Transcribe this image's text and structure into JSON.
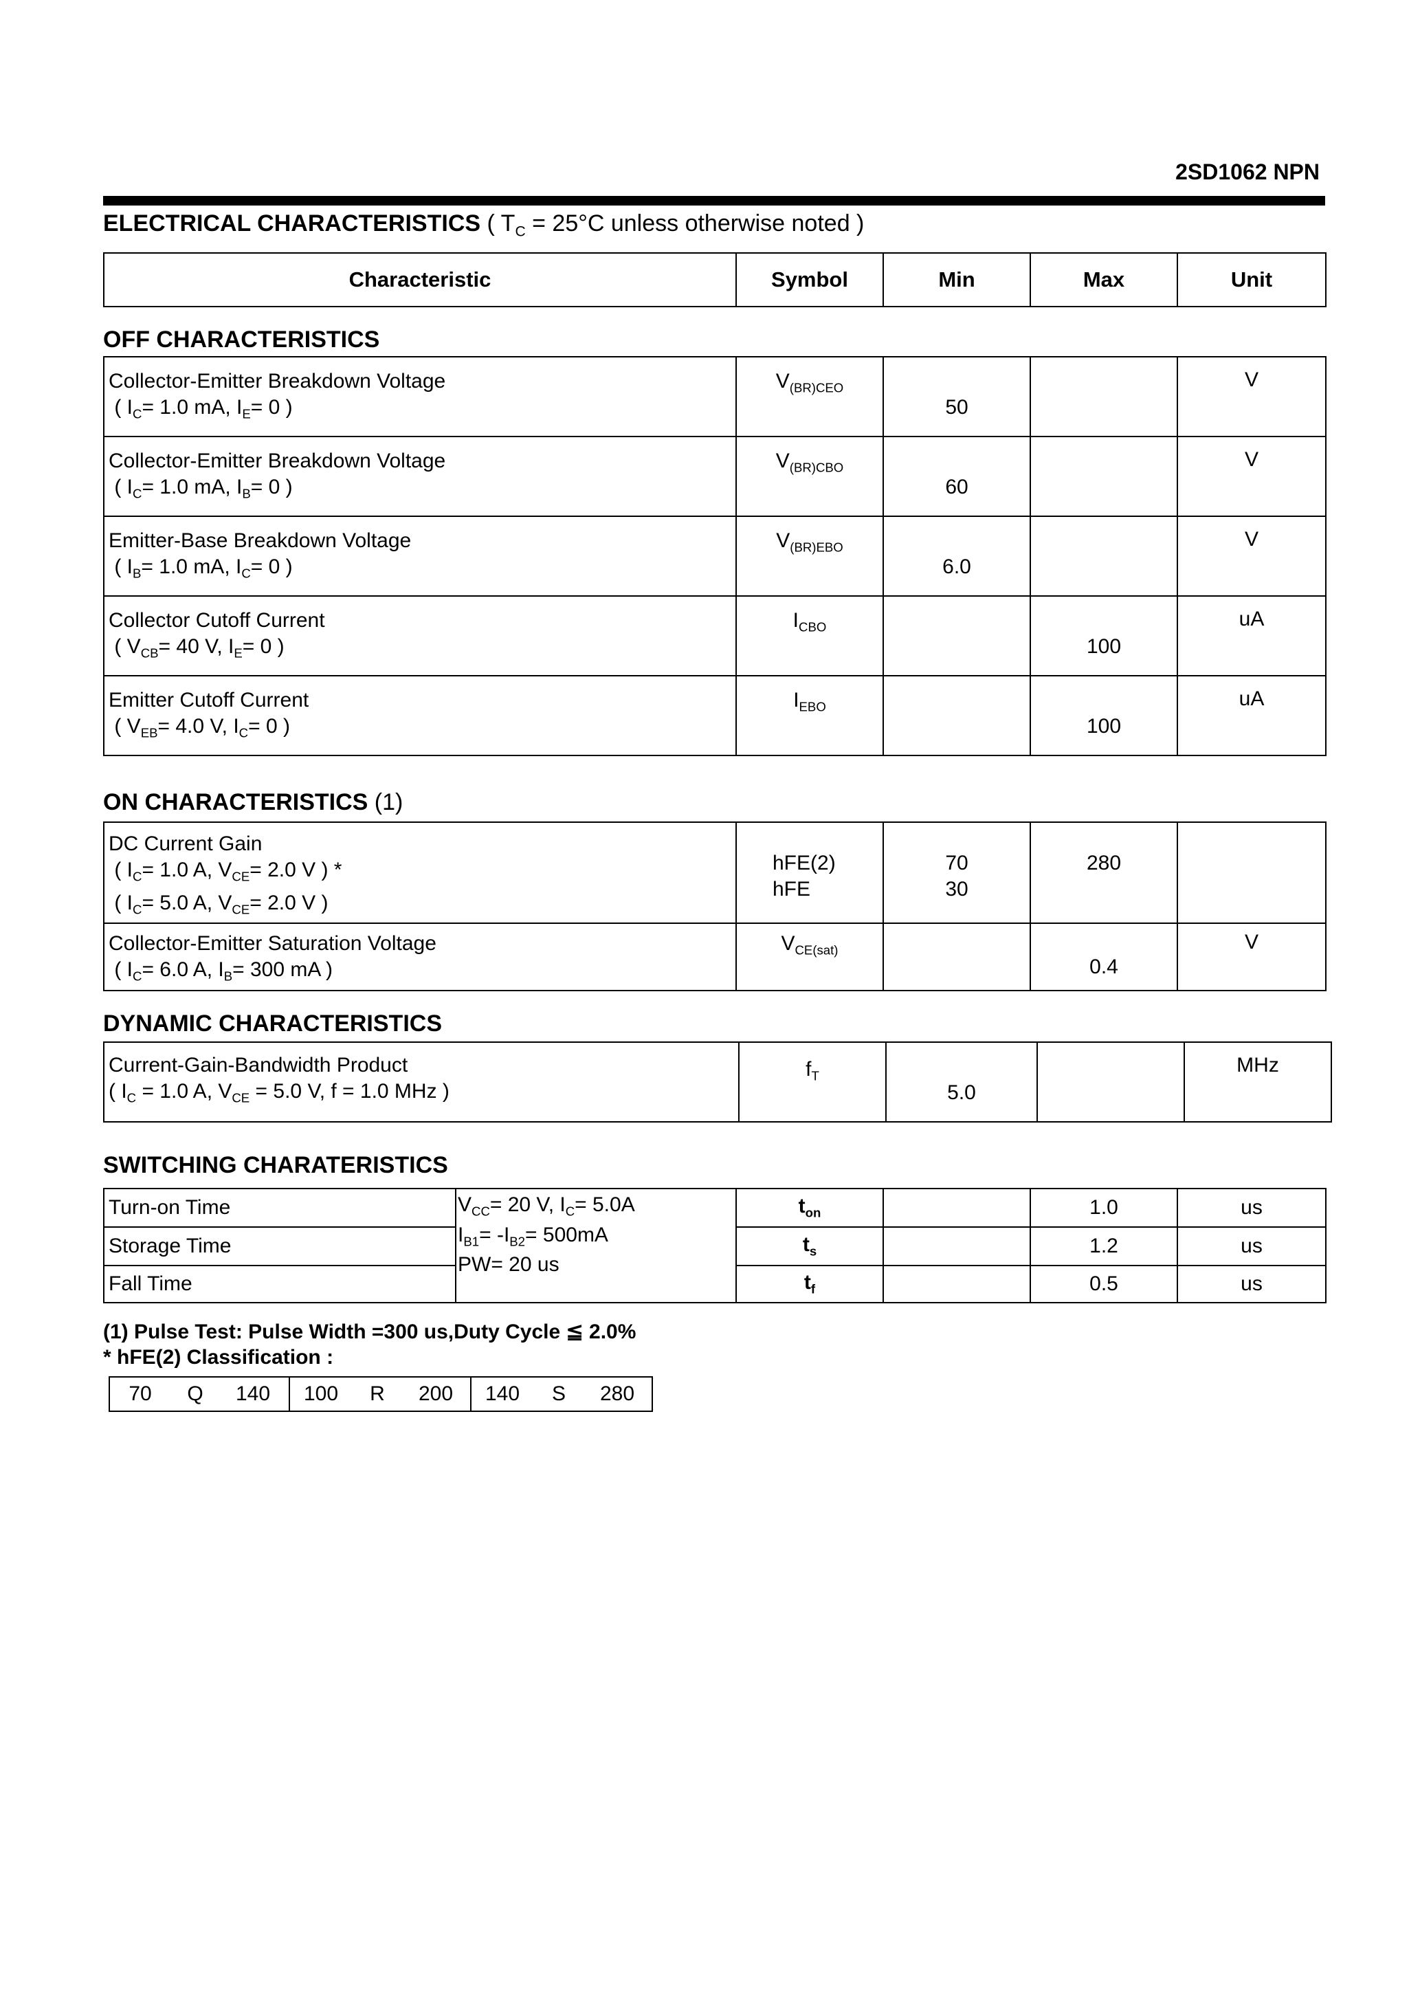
{
  "part_number": "2SD1062 NPN",
  "heading": {
    "title": "ELECTRICAL CHARACTERISTICS",
    "condition_open": "( T",
    "condition_sub": "C",
    "condition_rest": " = 25°C unless otherwise noted )"
  },
  "table_header": {
    "characteristic": "Characteristic",
    "symbol": "Symbol",
    "min": "Min",
    "max": "Max",
    "unit": "Unit"
  },
  "off": {
    "title": "OFF CHARACTERISTICS",
    "rows": [
      {
        "name": "Collector-Emitter Breakdown Voltage",
        "c1": "( I",
        "s1": "C",
        "c2": "= 1.0 mA, I",
        "s2": "E",
        "c3": "= 0  )",
        "sym": "V",
        "sym_sub": "(BR)CEO",
        "min": "50",
        "max": "",
        "unit": "V"
      },
      {
        "name": "Collector-Emitter Breakdown Voltage",
        "c1": "( I",
        "s1": "C",
        "c2": "= 1.0 mA, I",
        "s2": "B",
        "c3": "= 0  )",
        "sym": "V",
        "sym_sub": "(BR)CBO",
        "min": "60",
        "max": "",
        "unit": "V"
      },
      {
        "name": "Emitter-Base Breakdown Voltage",
        "c1": "( I",
        "s1": "B",
        "c2": "= 1.0 mA, I",
        "s2": "C",
        "c3": "= 0 )",
        "sym": "V",
        "sym_sub": "(BR)EBO",
        "min": "6.0",
        "max": "",
        "unit": "V"
      },
      {
        "name": "Collector Cutoff Current",
        "c1": "( V",
        "s1": "CB",
        "c2": "= 40 V, I",
        "s2": "E",
        "c3": "= 0 )",
        "sym": "I",
        "sym_sub": "CBO",
        "min": "",
        "max": "100",
        "unit": "uA"
      },
      {
        "name": "Emitter Cutoff Current",
        "c1": "( V",
        "s1": "EB",
        "c2": "= 4.0 V, I",
        "s2": "C",
        "c3": "= 0 )",
        "sym": "I",
        "sym_sub": "EBO",
        "min": "",
        "max": "100",
        "unit": "uA"
      }
    ]
  },
  "on": {
    "title": "ON CHARACTERISTICS",
    "title_note": "(1)",
    "dc_gain": {
      "name": "DC Current Gain",
      "l1": {
        "c1": "( I",
        "s1": "C",
        "c2": "= 1.0 A, V",
        "s2": "CE",
        "c3": "= 2.0 V )  *"
      },
      "l2": {
        "c1": "( I",
        "s1": "C",
        "c2": "= 5.0 A, V",
        "s2": "CE",
        "c3": "= 2.0 V )"
      },
      "sym1": "hFE(2)",
      "sym2": "hFE",
      "min1": "70",
      "min2": "30",
      "max1": "280",
      "unit": ""
    },
    "vce_sat": {
      "name": "Collector-Emitter Saturation Voltage",
      "c1": "( I",
      "s1": "C",
      "c2": "= 6.0 A, I",
      "s2": "B",
      "c3": "= 300 mA )",
      "sym": "V",
      "sym_sub": "CE(sat)",
      "min": "",
      "max": "0.4",
      "unit": "V"
    }
  },
  "dynamic": {
    "title": "DYNAMIC CHARACTERISTICS",
    "row": {
      "name": "Current-Gain-Bandwidth Product",
      "c1": "( I",
      "s1": "C",
      "c2": " = 1.0 A, V",
      "s2": "CE",
      "c3": " = 5.0 V, f = 1.0 MHz )",
      "sym": "f",
      "sym_sub": "T",
      "min": "5.0",
      "max": "",
      "unit": "MHz"
    }
  },
  "switching": {
    "title": "SWITCHING CHARATERISTICS",
    "cond": {
      "l1a": "V",
      "l1s1": "CC",
      "l1b": "= 20 V, I",
      "l1s2": "C",
      "l1c": "= 5.0A",
      "l2a": "I",
      "l2s1": "B1",
      "l2b": "= -I",
      "l2s2": "B2",
      "l2c": "= 500mA",
      "l3": "PW= 20  us"
    },
    "rows": [
      {
        "name": "Turn-on Time",
        "sym": "t",
        "sym_sub": "on",
        "max": "1.0",
        "unit": "us"
      },
      {
        "name": "Storage Time",
        "sym": "t",
        "sym_sub": "s",
        "max": "1.2",
        "unit": "us"
      },
      {
        "name": "Fall Time",
        "sym": "t",
        "sym_sub": "f",
        "max": "0.5",
        "unit": "us"
      }
    ]
  },
  "notes": {
    "pulse_test": "(1) Pulse Test: Pulse Width =300 us,Duty Cycle ≦  2.0%",
    "classification": " *  hFE(2)  Classification  :"
  },
  "classification": [
    {
      "low": "70",
      "grade": "Q",
      "high": "140"
    },
    {
      "low": "100",
      "grade": "R",
      "high": "200"
    },
    {
      "low": "140",
      "grade": "S",
      "high": "280"
    }
  ]
}
